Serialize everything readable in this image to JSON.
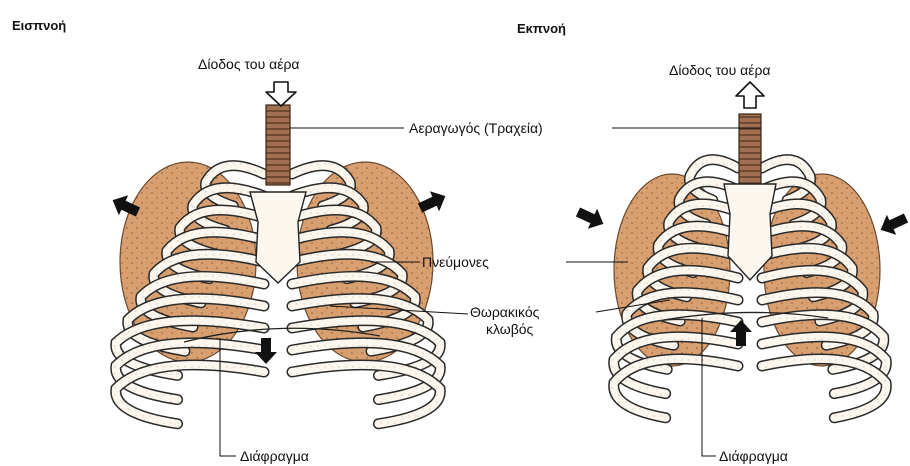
{
  "panels": {
    "left_title": "Εισπνοή",
    "right_title": "Εκπνοή"
  },
  "labels": {
    "airflow_left": "Δίοδος του αέρα",
    "airflow_right": "Δίοδος του αέρα",
    "trachea": "Αεραγωγός (Τραχεία)",
    "lungs": "Πνεύμονες",
    "ribcage_line1": "Θωρακικός",
    "ribcage_line2": "κλωβός",
    "diaphragm_left": "Διάφραγμα",
    "diaphragm_right": "Διάφραγμα"
  },
  "colors": {
    "lung": "#d8a070",
    "lung_spot": "#b0704a",
    "rib": "#fbf7ee",
    "trachea": "#a07050",
    "ink": "#111111"
  }
}
